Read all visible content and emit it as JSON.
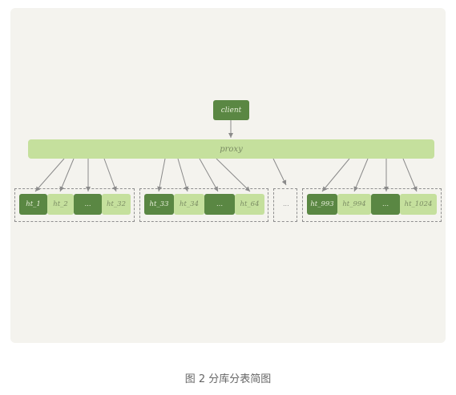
{
  "diagram": {
    "client_label": "client",
    "proxy_label": "proxy",
    "ellipsis": "...",
    "groups": [
      [
        "ht_1",
        "ht_2",
        "...",
        "ht_32"
      ],
      [
        "ht_33",
        "ht_34",
        "...",
        "ht_64"
      ],
      [
        "ht_993",
        "ht_994",
        "...",
        "ht_1024"
      ]
    ]
  },
  "caption": "图 2 分库分表简图",
  "colors": {
    "dark_node": "#5a8743",
    "light_node": "#c5e09d",
    "panel": "#f4f3ee"
  }
}
